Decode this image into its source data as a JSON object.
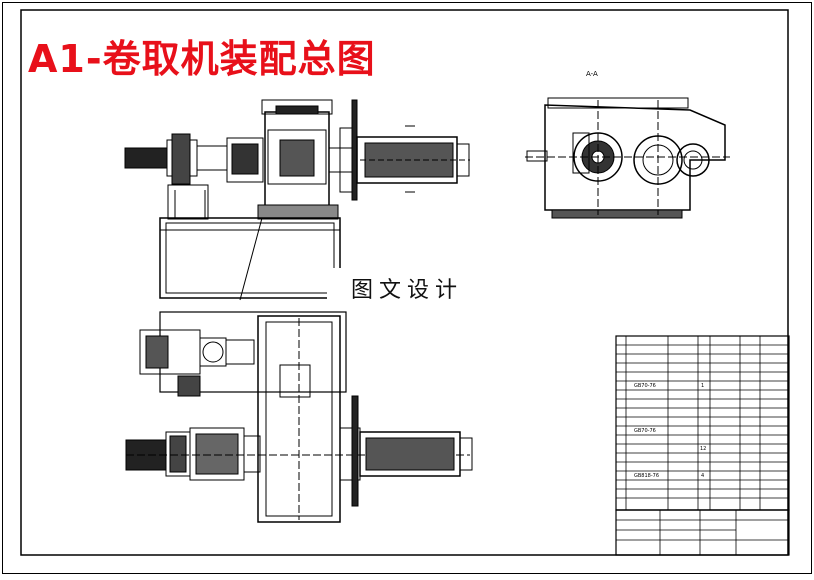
{
  "title": "A1-卷取机装配总图",
  "watermark": "图文设计",
  "view_label": "A-A",
  "bom_marks": {
    "standard_a": "GB70-76",
    "standard_b": "GB70-76",
    "standard_c": "GB818-76",
    "qty_a": "1",
    "qty_b": "12",
    "qty_c": "4"
  },
  "colors": {
    "title": "#e8101a",
    "line": "#000000"
  }
}
